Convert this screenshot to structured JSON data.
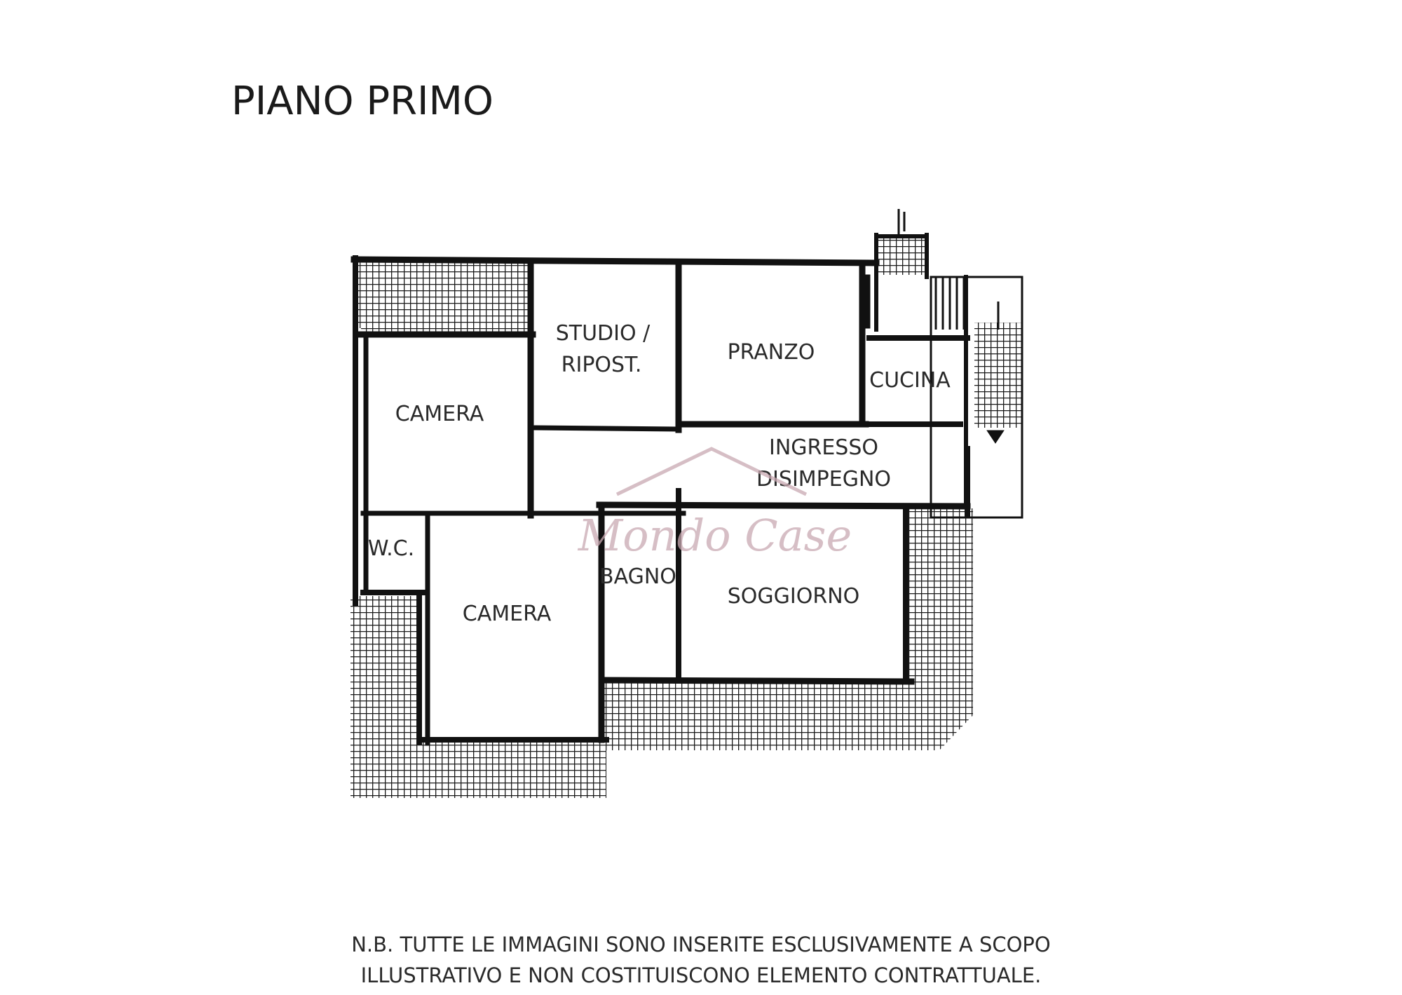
{
  "title": "PIANO PRIMO",
  "rooms": {
    "studio_line1": "STUDIO /",
    "studio_line2": "RIPOST.",
    "pranzo": "PRANZO",
    "cucina": "CUCINA",
    "camera_top": "CAMERA",
    "ingresso_line1": "INGRESSO",
    "ingresso_line2": "DISIMPEGNO",
    "wc": "W.C.",
    "bagno": "BAGNO",
    "soggiorno": "SOGGIORNO",
    "camera_bottom": "CAMERA"
  },
  "watermark": "Mondo Case",
  "note": {
    "line1": "N.B. TUTTE LE IMMAGINI SONO INSERITE ESCLUSIVAMENTE A SCOPO",
    "line2": "ILLUSTRATIVO E NON COSTITUISCONO ELEMENTO CONTRATTUALE."
  },
  "colors": {
    "wall": "#111111",
    "hatch": "#1a1a1a",
    "watermark": "#c9a9b2"
  }
}
